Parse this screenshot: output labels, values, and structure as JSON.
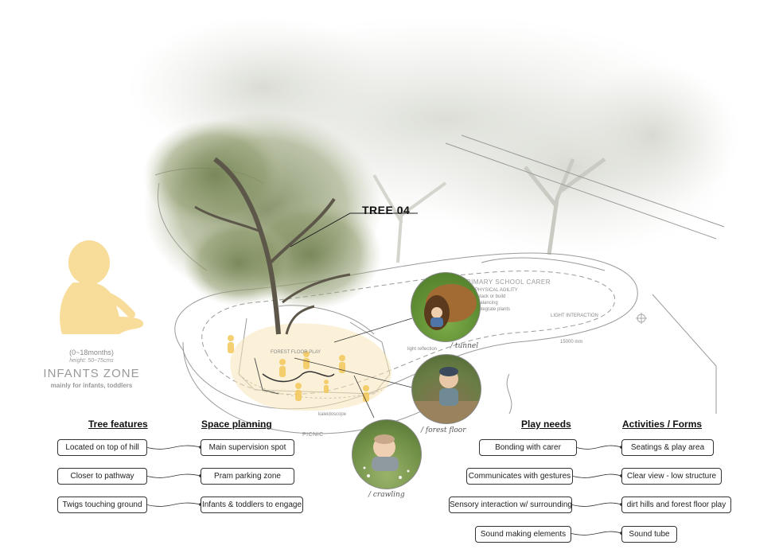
{
  "tree_label": "TREE 04",
  "zone": {
    "age": "(0~18months)",
    "height": "height: 50~75cms",
    "name": "INFANTS ZONE",
    "subtitle": "mainly for infants, toddlers"
  },
  "plan_labels": {
    "primary_carer": "SCHOOL-PRIMARY SCHOOL CARER",
    "physical_agility": "PHYSICAL AGILITY",
    "stack_build": "stack or build",
    "balancing": "balancing",
    "integrate": "integrate plants",
    "forest_floor_play": "FOREST FLOOR PLAY",
    "picnic": "PICNIC",
    "kaleidoscope": "kaleidoscope",
    "light_reflection": "light reflection",
    "interaction": "LIGHT INTERACTION",
    "dimension": "15000 mm"
  },
  "photos": {
    "tunnel": "/ tunnel",
    "forest_floor": "/ forest floor",
    "crawling": "/ crawling"
  },
  "columns": {
    "tree_features": {
      "heading": "Tree features",
      "items": [
        "Located on top of hill",
        "Closer to pathway",
        "Twigs touching ground"
      ]
    },
    "space_planning": {
      "heading": "Space planning",
      "items": [
        "Main supervision spot",
        "Pram parking zone",
        "Infants & toddlers to engage"
      ]
    },
    "play_needs": {
      "heading": "Play needs",
      "items": [
        "Bonding with carer",
        "Communicates with gestures",
        "Sensory interaction w/ surrounding",
        "Sound making elements"
      ]
    },
    "activities": {
      "heading": "Activities / Forms",
      "items": [
        "Seatings & play area",
        "Clear view - low structure",
        "dirt hills and forest floor play",
        "Sound tube"
      ]
    }
  },
  "colors": {
    "silhouette": "#f7dc9a",
    "figures": "#f3c85a",
    "foliage": "#8c9a6a",
    "faded_foliage": "#d9dbd3"
  }
}
